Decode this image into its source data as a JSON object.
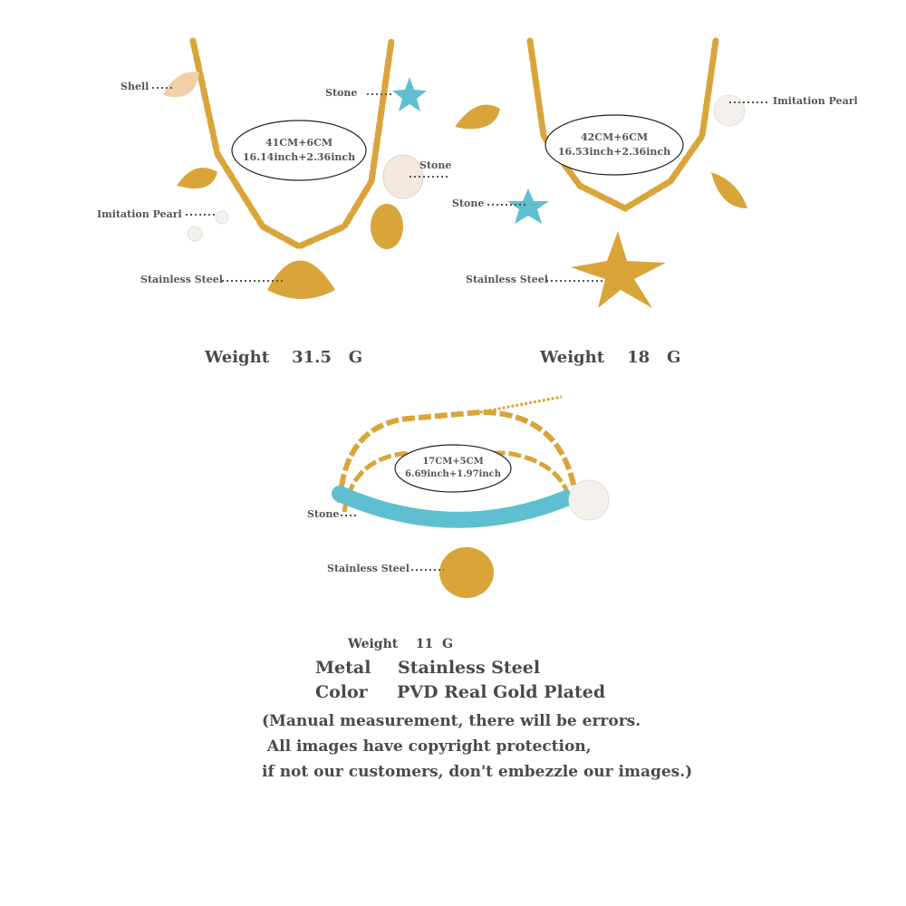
{
  "colors": {
    "gold": "#d9a53a",
    "turquoise": "#5fbfd0",
    "pearl": "#f4f1ec",
    "text": "#4a4a4a"
  },
  "necklace1": {
    "size_cm": "41CM+6CM",
    "size_inch": "16.14inch+2.36inch",
    "labels": {
      "shell": "Shell",
      "stone_top": "Stone",
      "stone_turtle": "Stone",
      "pearl": "Imitation Pearl",
      "steel": "Stainless Steel"
    },
    "weight_label": "Weight",
    "weight_value": "31.5",
    "weight_unit": "G"
  },
  "necklace2": {
    "size_cm": "42CM+6CM",
    "size_inch": "16.53inch+2.36inch",
    "labels": {
      "pearl": "Imitation Pearl",
      "stone": "Stone",
      "steel": "Stainless Steel"
    },
    "weight_label": "Weight",
    "weight_value": "18",
    "weight_unit": "G"
  },
  "bracelet": {
    "size_cm": "17CM+5CM",
    "size_inch": "6.69inch+1.97inch",
    "labels": {
      "stone": "Stone",
      "steel": "Stainless Steel"
    },
    "weight_label": "Weight",
    "weight_value": "11",
    "weight_unit": "G"
  },
  "specs": {
    "metal_label": "Metal",
    "metal_value": "Stainless Steel",
    "color_label": "Color",
    "color_value": "PVD Real Gold Plated"
  },
  "disclaimer": [
    "(Manual measurement, there will be errors.",
    " All images have copyright protection,",
    "if not our customers, don't embezzle our images.)"
  ]
}
